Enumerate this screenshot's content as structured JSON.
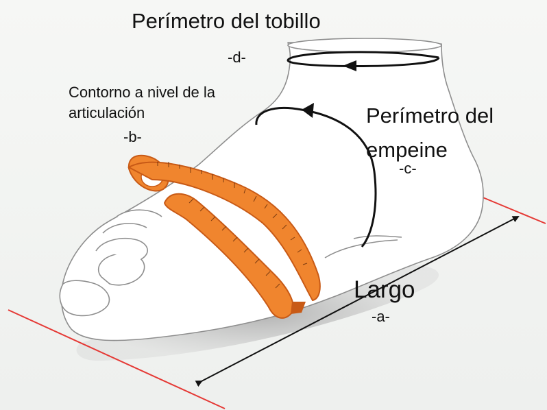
{
  "labels": {
    "ankle": {
      "title": "Perímetro del tobillo",
      "code": "-d-"
    },
    "joint": {
      "title": "Contorno a nivel de la articulación",
      "code": "-b-"
    },
    "instep": {
      "title": "Perímetro del empeine",
      "code": "-c-"
    },
    "length": {
      "title": "Largo",
      "code": "-a-"
    }
  },
  "colors": {
    "tape": "#f0852e",
    "tape_dark": "#c85a16",
    "guide_line": "#e53935",
    "arrow": "#111111",
    "outline": "#8e8e8e",
    "shadow": "#b9b9b9"
  }
}
